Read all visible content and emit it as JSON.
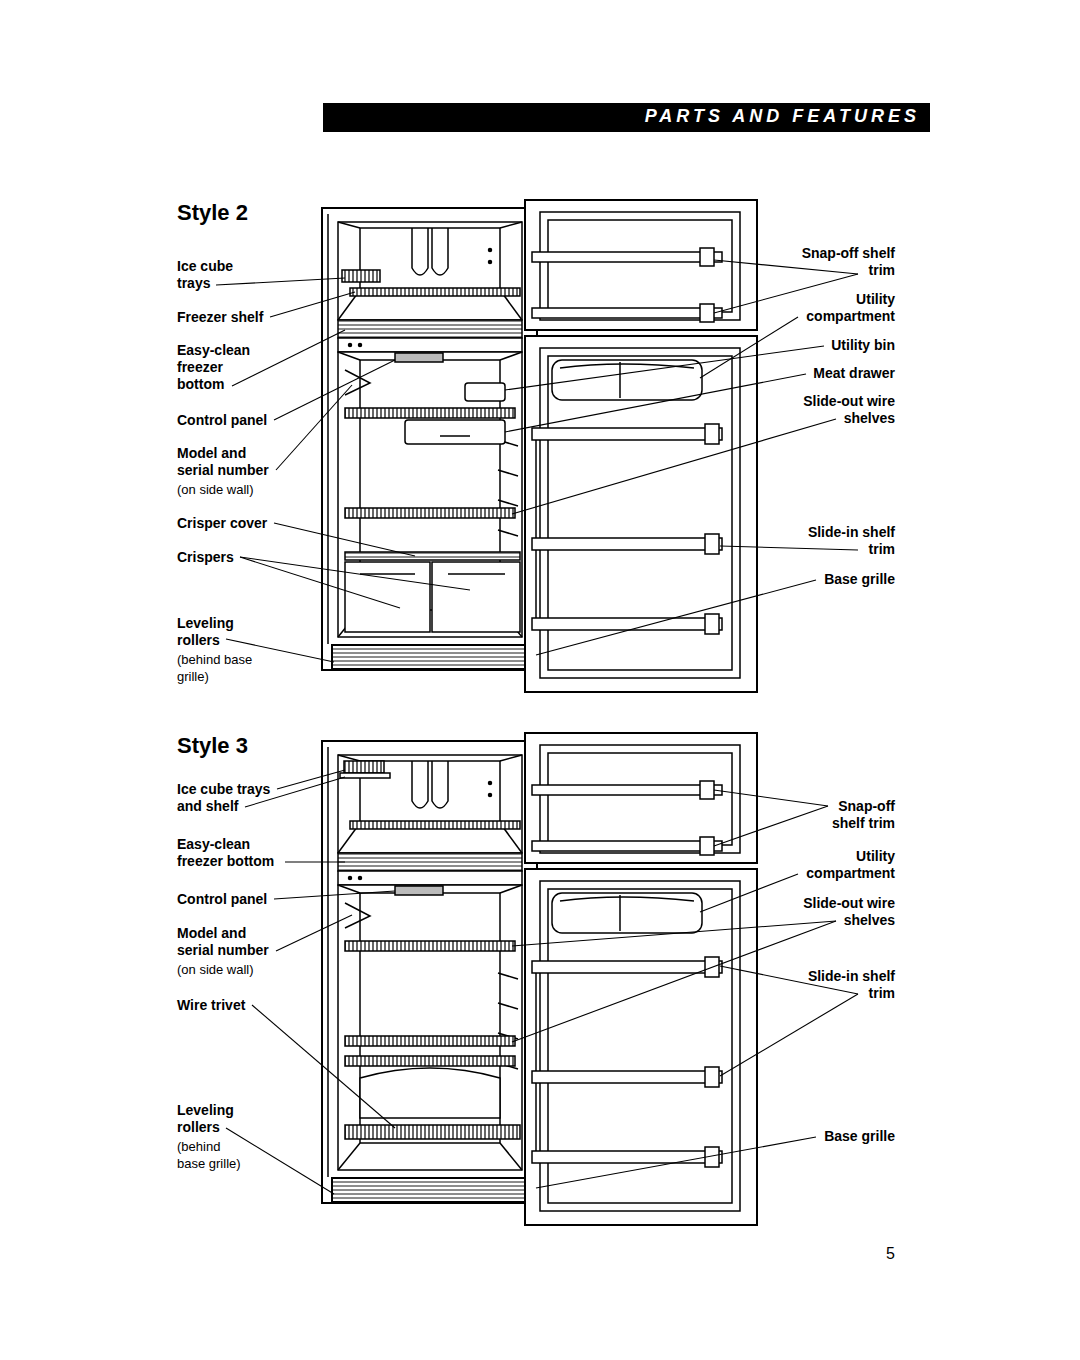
{
  "diagram": {
    "nodes": [
      {
        "text": [
          "PARTS AND FEATURES"
        ]
      }
    ],
    "labels": [
      "Style 2",
      "Ice cube trays",
      "Freezer shelf",
      "Easy-clean freezer bottom",
      "Control panel",
      "Model and serial number",
      "(on side wall)",
      "Crisper cover",
      "Crispers",
      "Leveling rollers",
      "(behind base grille)",
      "Snap-off shelf trim",
      "Utility compartment",
      "Utility bin",
      "Meat drawer",
      "Slide-out wire shelves",
      "Slide-in shelf trim",
      "Base grille",
      "Style 3",
      "Ice cube trays and shelf",
      "Easy-clean freezer bottom",
      "Control panel",
      "Model and serial number",
      "(on side wall)",
      "Wire trivet",
      "Leveling rollers",
      "(behind base grille)",
      "Snap-off shelf trim",
      "Utility compartment",
      "Slide-out wire shelves",
      "Slide-in shelf trim",
      "Base grille",
      "5"
    ]
  }
}
